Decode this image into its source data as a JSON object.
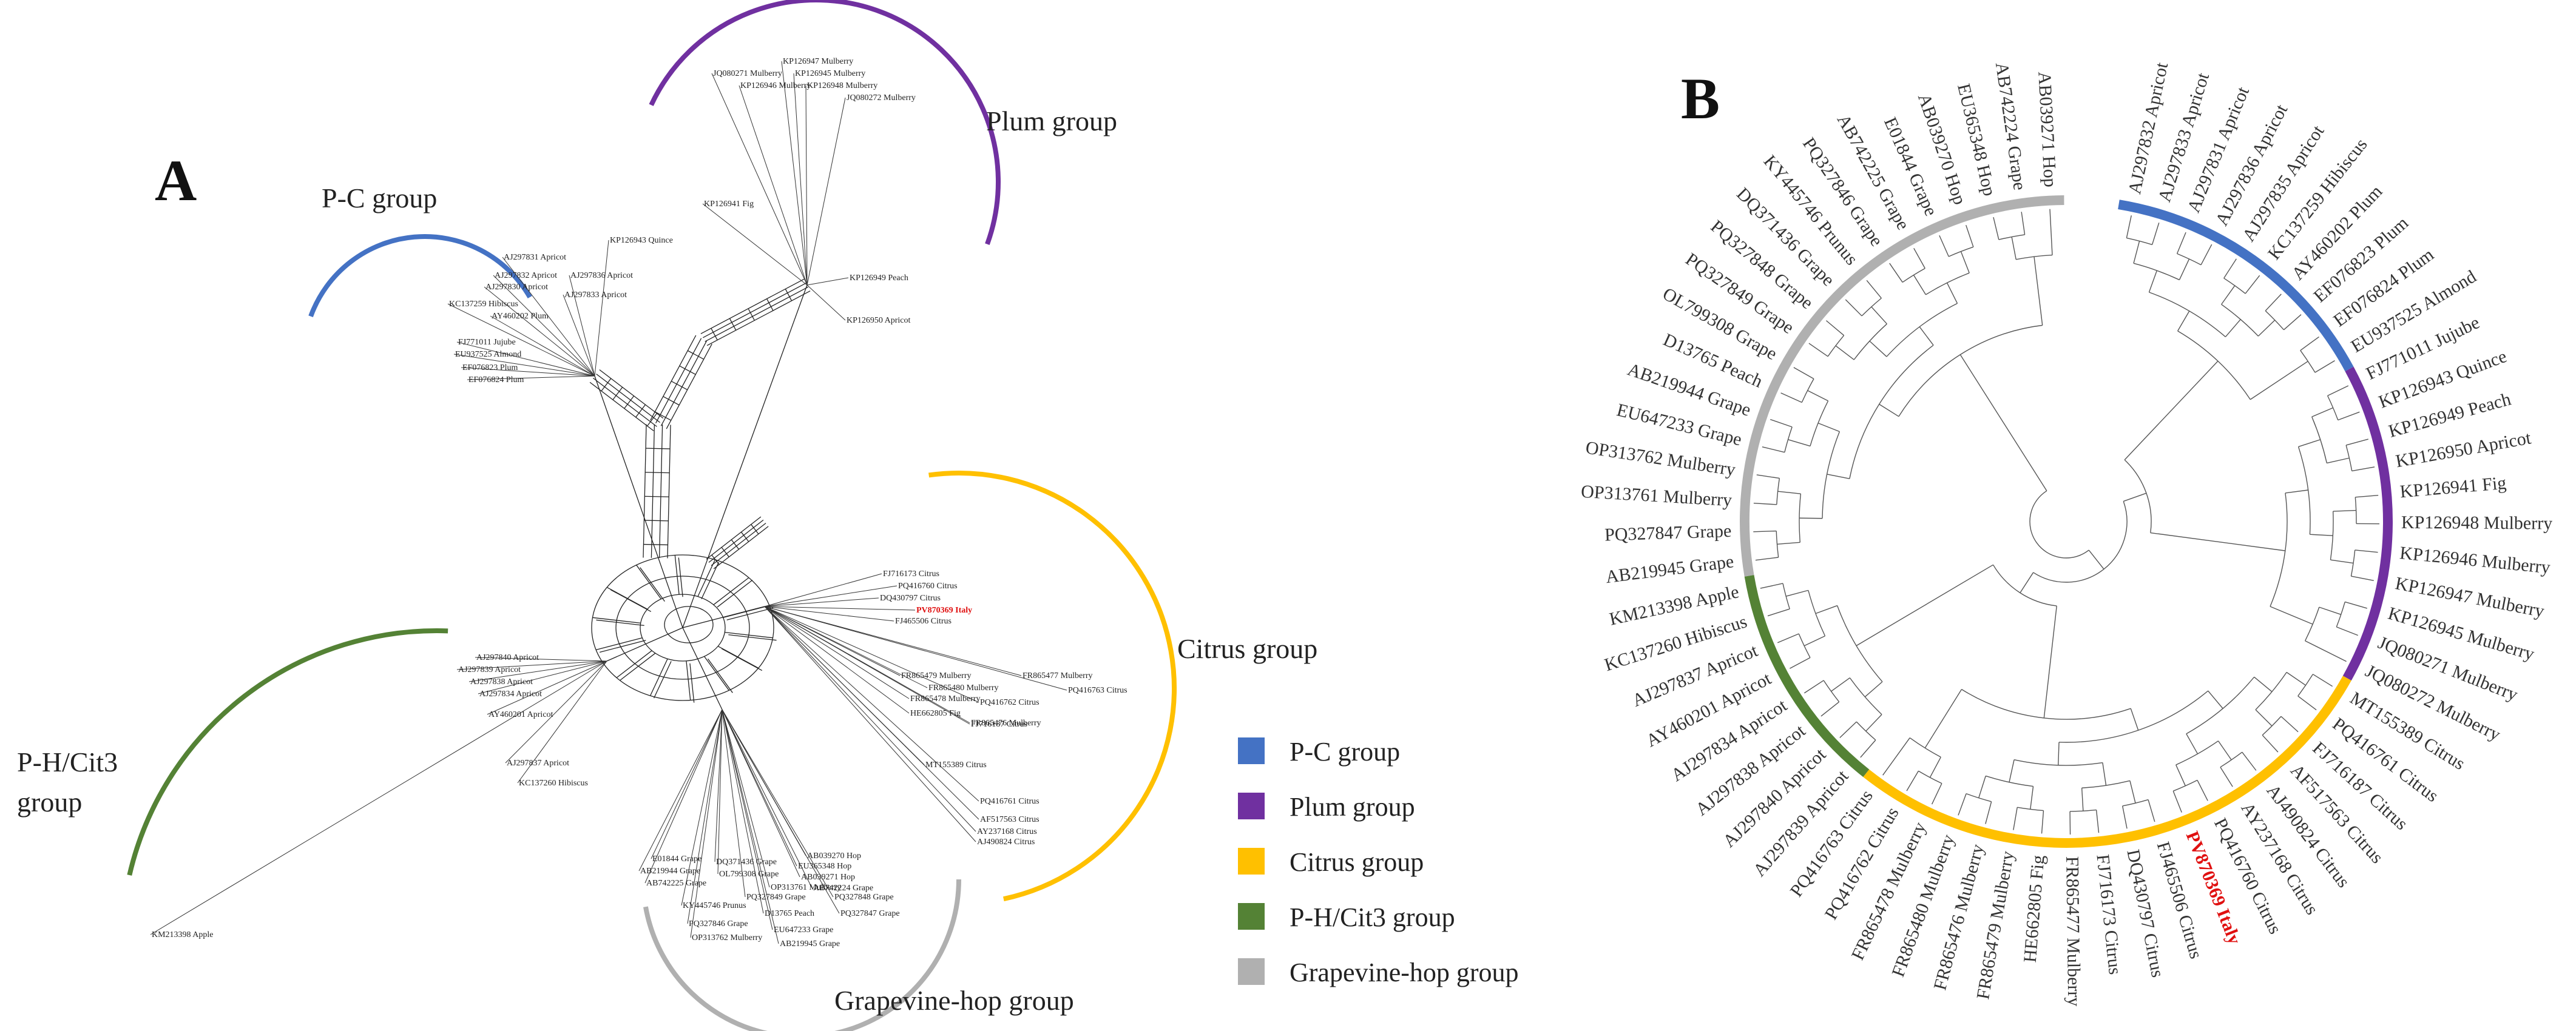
{
  "panels": {
    "a_label": "A",
    "b_label": "B"
  },
  "colors": {
    "pc": "#4472c4",
    "plum": "#7030a0",
    "citrus": "#ffc000",
    "ph": "#548235",
    "grape": "#b0b0b0",
    "highlight": "#e01010"
  },
  "panelA": {
    "groups": {
      "pc": "P-C group",
      "plum": "Plum group",
      "citrus": "Citrus group",
      "ph_line1": "P-H/Cit3",
      "ph_line2": "group",
      "grape": "Grapevine-hop group"
    },
    "leaves": [
      {
        "t": "KP126947 Mulberry",
        "g": "plum"
      },
      {
        "t": "JQ080271 Mulberry",
        "g": "plum"
      },
      {
        "t": "KP126945 Mulberry",
        "g": "plum"
      },
      {
        "t": "KP126946 Mulberry",
        "g": "plum"
      },
      {
        "t": "KP126948 Mulberry",
        "g": "plum"
      },
      {
        "t": "JQ080272 Mulberry",
        "g": "plum"
      },
      {
        "t": "KP126941 Fig",
        "g": "plum"
      },
      {
        "t": "KP126949 Peach",
        "g": "plum"
      },
      {
        "t": "KP126950 Apricot",
        "g": "plum"
      },
      {
        "t": "KP126943 Quince",
        "g": "pc"
      },
      {
        "t": "AJ297831 Apricot",
        "g": "pc"
      },
      {
        "t": "AJ297832 Apricot",
        "g": "pc"
      },
      {
        "t": "AJ297836 Apricot",
        "g": "pc"
      },
      {
        "t": "AJ297830 Apricot",
        "g": "pc"
      },
      {
        "t": "AJ297833 Apricot",
        "g": "pc"
      },
      {
        "t": "KC137259 Hibiscus",
        "g": "pc"
      },
      {
        "t": "AY460202 Plum",
        "g": "pc"
      },
      {
        "t": "FJ771011 Jujube",
        "g": "pc"
      },
      {
        "t": "EU937525 Almond",
        "g": "pc"
      },
      {
        "t": "EF076823 Plum",
        "g": "pc"
      },
      {
        "t": "EF076824 Plum",
        "g": "pc"
      },
      {
        "t": "FJ716173 Citrus",
        "g": "citrus"
      },
      {
        "t": "PQ416760 Citrus",
        "g": "citrus"
      },
      {
        "t": "DQ430797 Citrus",
        "g": "citrus"
      },
      {
        "t": "PV870369 Italy",
        "g": "citrus",
        "hl": true
      },
      {
        "t": "FJ465506 Citrus",
        "g": "citrus"
      },
      {
        "t": "FR865479 Mulberry",
        "g": "citrus"
      },
      {
        "t": "FR865477 Mulberry",
        "g": "citrus"
      },
      {
        "t": "FR865480 Mulberry",
        "g": "citrus"
      },
      {
        "t": "PQ416763 Citrus",
        "g": "citrus"
      },
      {
        "t": "FR865478 Mulberry",
        "g": "citrus"
      },
      {
        "t": "PQ416762 Citrus",
        "g": "citrus"
      },
      {
        "t": "HE662805 Fig",
        "g": "citrus"
      },
      {
        "t": "FR865476 Mulberry",
        "g": "citrus"
      },
      {
        "t": "FJ716187 Citrus",
        "g": "citrus"
      },
      {
        "t": "MT155389 Citrus",
        "g": "citrus"
      },
      {
        "t": "PQ416761 Citrus",
        "g": "citrus"
      },
      {
        "t": "AF517563 Citrus",
        "g": "citrus"
      },
      {
        "t": "AY237168 Citrus",
        "g": "citrus"
      },
      {
        "t": "AJ490824 Citrus",
        "g": "citrus"
      },
      {
        "t": "AJ297840 Apricot",
        "g": "ph"
      },
      {
        "t": "AJ297839 Apricot",
        "g": "ph"
      },
      {
        "t": "AJ297838 Apricot",
        "g": "ph"
      },
      {
        "t": "AJ297834 Apricot",
        "g": "ph"
      },
      {
        "t": "AY460201 Apricot",
        "g": "ph"
      },
      {
        "t": "AJ297837 Apricot",
        "g": "ph"
      },
      {
        "t": "KC137260 Hibiscus",
        "g": "ph"
      },
      {
        "t": "KM213398 Apple",
        "g": "ph"
      },
      {
        "t": "AB039270 Hop",
        "g": "grape"
      },
      {
        "t": "EU365348 Hop",
        "g": "grape"
      },
      {
        "t": "AB039271 Hop",
        "g": "grape"
      },
      {
        "t": "AB742224 Grape",
        "g": "grape"
      },
      {
        "t": "E01844 Grape",
        "g": "grape"
      },
      {
        "t": "DQ371436 Grape",
        "g": "grape"
      },
      {
        "t": "AB219944 Grape",
        "g": "grape"
      },
      {
        "t": "OL799308 Grape",
        "g": "grape"
      },
      {
        "t": "OP313761 Mulberry",
        "g": "grape"
      },
      {
        "t": "AB742225 Grape",
        "g": "grape"
      },
      {
        "t": "PQ327849 Grape",
        "g": "grape"
      },
      {
        "t": "PQ327848 Grape",
        "g": "grape"
      },
      {
        "t": "KY445746 Prunus",
        "g": "grape"
      },
      {
        "t": "D13765 Peach",
        "g": "grape"
      },
      {
        "t": "PQ327847 Grape",
        "g": "grape"
      },
      {
        "t": "PQ327846 Grape",
        "g": "grape"
      },
      {
        "t": "EU647233 Grape",
        "g": "grape"
      },
      {
        "t": "OP313762 Mulberry",
        "g": "grape"
      },
      {
        "t": "AB219945 Grape",
        "g": "grape"
      }
    ]
  },
  "panelB": {
    "leaves": [
      {
        "t": "AJ297832 Apricot",
        "g": "pc"
      },
      {
        "t": "AJ297833 Apricot",
        "g": "pc"
      },
      {
        "t": "AJ297831 Apricot",
        "g": "pc"
      },
      {
        "t": "AJ297836 Apricot",
        "g": "pc"
      },
      {
        "t": "AJ297835 Apricot",
        "g": "pc"
      },
      {
        "t": "KC137259 Hibiscus",
        "g": "pc"
      },
      {
        "t": "AY460202 Plum",
        "g": "pc"
      },
      {
        "t": "EF076823 Plum",
        "g": "pc"
      },
      {
        "t": "EF076824 Plum",
        "g": "pc"
      },
      {
        "t": "EU937525 Almond",
        "g": "pc"
      },
      {
        "t": "FJ771011 Jujube",
        "g": "plum"
      },
      {
        "t": "KP126943 Quince",
        "g": "plum"
      },
      {
        "t": "KP126949 Peach",
        "g": "plum"
      },
      {
        "t": "KP126950 Apricot",
        "g": "plum"
      },
      {
        "t": "KP126941 Fig",
        "g": "plum"
      },
      {
        "t": "KP126948 Mulberry",
        "g": "plum"
      },
      {
        "t": "KP126946 Mulberry",
        "g": "plum"
      },
      {
        "t": "KP126947 Mulberry",
        "g": "plum"
      },
      {
        "t": "KP126945 Mulberry",
        "g": "plum"
      },
      {
        "t": "JQ080271 Mulberry",
        "g": "plum"
      },
      {
        "t": "JQ080272 Mulberry",
        "g": "plum"
      },
      {
        "t": "MT155389 Citrus",
        "g": "citrus"
      },
      {
        "t": "PQ416761 Citrus",
        "g": "citrus"
      },
      {
        "t": "FJ716187 Citrus",
        "g": "citrus"
      },
      {
        "t": "AF517563 Citrus",
        "g": "citrus"
      },
      {
        "t": "AJ490824 Citrus",
        "g": "citrus"
      },
      {
        "t": "AY237168 Citrus",
        "g": "citrus"
      },
      {
        "t": "PQ416760 Citrus",
        "g": "citrus"
      },
      {
        "t": "PV870369 Italy",
        "g": "citrus",
        "hl": true
      },
      {
        "t": "FJ465506 Citrus",
        "g": "citrus"
      },
      {
        "t": "DQ430797 Citrus",
        "g": "citrus"
      },
      {
        "t": "FJ716173 Citrus",
        "g": "citrus"
      },
      {
        "t": "FR865477 Mulberry",
        "g": "citrus"
      },
      {
        "t": "HE662805 Fig",
        "g": "citrus"
      },
      {
        "t": "FR865479 Mulberry",
        "g": "citrus"
      },
      {
        "t": "FR865476 Mulberry",
        "g": "citrus"
      },
      {
        "t": "FR865480 Mulberry",
        "g": "citrus"
      },
      {
        "t": "FR865478 Mulberry",
        "g": "citrus"
      },
      {
        "t": "PQ416762 Citrus",
        "g": "citrus"
      },
      {
        "t": "PQ416763 Citrus",
        "g": "citrus"
      },
      {
        "t": "AJ297839 Apricot",
        "g": "ph"
      },
      {
        "t": "AJ297840 Apricot",
        "g": "ph"
      },
      {
        "t": "AJ297838 Apricot",
        "g": "ph"
      },
      {
        "t": "AJ297834 Apricot",
        "g": "ph"
      },
      {
        "t": "AY460201 Apricot",
        "g": "ph"
      },
      {
        "t": "AJ297837 Apricot",
        "g": "ph"
      },
      {
        "t": "KC137260 Hibiscus",
        "g": "ph"
      },
      {
        "t": "KM213398 Apple",
        "g": "ph"
      },
      {
        "t": "AB219945 Grape",
        "g": "grape"
      },
      {
        "t": "PQ327847 Grape",
        "g": "grape"
      },
      {
        "t": "OP313761 Mulberry",
        "g": "grape"
      },
      {
        "t": "OP313762 Mulberry",
        "g": "grape"
      },
      {
        "t": "EU647233 Grape",
        "g": "grape"
      },
      {
        "t": "AB219944 Grape",
        "g": "grape"
      },
      {
        "t": "D13765 Peach",
        "g": "grape"
      },
      {
        "t": "OL799308 Grape",
        "g": "grape"
      },
      {
        "t": "PQ327849 Grape",
        "g": "grape"
      },
      {
        "t": "PQ327848 Grape",
        "g": "grape"
      },
      {
        "t": "DQ371436 Grape",
        "g": "grape"
      },
      {
        "t": "KY445746 Prunus",
        "g": "grape"
      },
      {
        "t": "PQ327846 Grape",
        "g": "grape"
      },
      {
        "t": "AB742225 Grape",
        "g": "grape"
      },
      {
        "t": "E01844 Grape",
        "g": "grape"
      },
      {
        "t": "AB039270 Hop",
        "g": "grape"
      },
      {
        "t": "EU365348 Hop",
        "g": "grape"
      },
      {
        "t": "AB742224 Grape",
        "g": "grape"
      },
      {
        "t": "AB039271 Hop",
        "g": "grape"
      }
    ]
  },
  "legend": [
    {
      "label": "P-C group",
      "color": "#4472c4"
    },
    {
      "label": "Plum group",
      "color": "#7030a0"
    },
    {
      "label": "Citrus group",
      "color": "#ffc000"
    },
    {
      "label": "P-H/Cit3 group",
      "color": "#548235"
    },
    {
      "label": "Grapevine-hop group",
      "color": "#b0b0b0"
    }
  ]
}
